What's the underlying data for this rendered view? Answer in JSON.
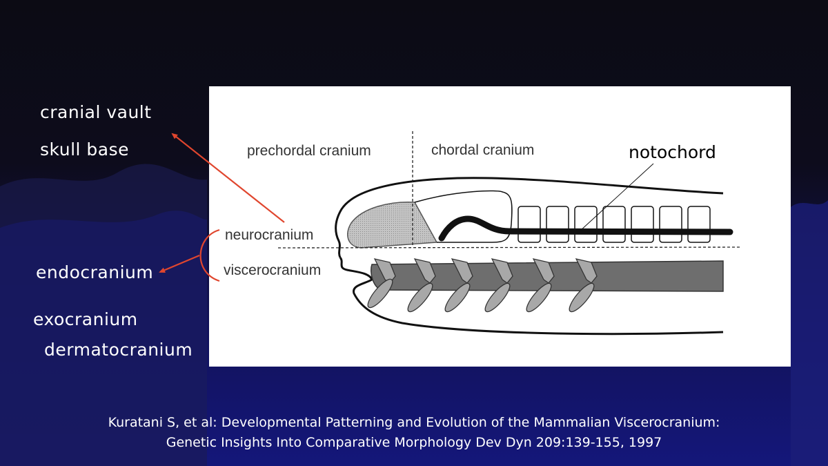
{
  "side_labels": {
    "cranial_vault": "cranial vault",
    "skull_base": "skull base",
    "endocranium": "endocranium",
    "exocranium": "exocranium",
    "dermatocranium": "dermatocranium"
  },
  "figure": {
    "prechordal": "prechordal cranium",
    "chordal": "chordal cranium",
    "neurocranium": "neurocranium",
    "viscerocranium": "viscerocranium",
    "notochord": "notochord"
  },
  "citation": {
    "line1": "Kuratani S, et al: Developmental Patterning and Evolution of the Mammalian Viscerocranium:",
    "line2": "Genetic Insights Into Comparative Morphology Dev Dyn 209:139-155, 1997"
  },
  "colors": {
    "annotation_arrow": "#e0462e",
    "background": "#0d0c1c",
    "figure_background": "#ffffff"
  }
}
